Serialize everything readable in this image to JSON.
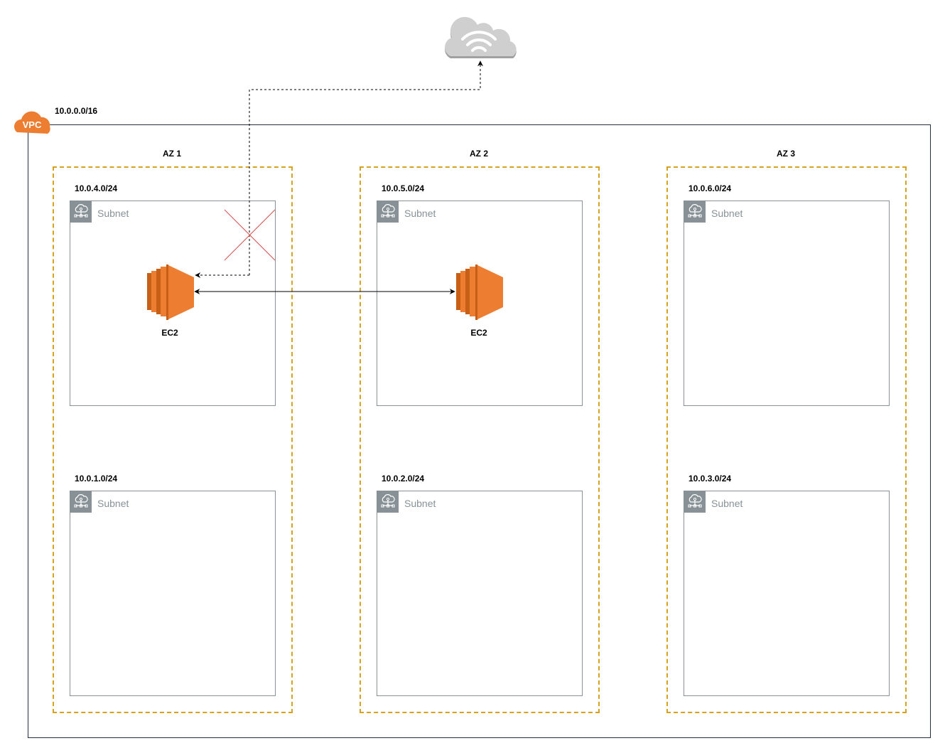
{
  "vpc": {
    "badge_label": "VPC",
    "cidr": "10.0.0.0/16",
    "colors": {
      "badge": "#ed7d31",
      "frame": "#232f3e"
    }
  },
  "availability_zones": [
    {
      "label": "AZ 1",
      "subnets": [
        {
          "cidr": "10.0.4.0/24",
          "label": "Subnet",
          "instance": "EC2"
        },
        {
          "cidr": "10.0.1.0/24",
          "label": "Subnet"
        }
      ]
    },
    {
      "label": "AZ 2",
      "subnets": [
        {
          "cidr": "10.0.5.0/24",
          "label": "Subnet",
          "instance": "EC2"
        },
        {
          "cidr": "10.0.2.0/24",
          "label": "Subnet"
        }
      ]
    },
    {
      "label": "AZ 3",
      "subnets": [
        {
          "cidr": "10.0.6.0/24",
          "label": "Subnet"
        },
        {
          "cidr": "10.0.3.0/24",
          "label": "Subnet"
        }
      ]
    }
  ],
  "internet": {
    "icon": "internet-cloud-icon"
  },
  "connections": [
    {
      "from": "EC2 (AZ 1)",
      "to": "Internet",
      "style": "dashed",
      "blocked": true
    },
    {
      "from": "EC2 (AZ 1)",
      "to": "EC2 (AZ 2)",
      "style": "solid",
      "bidirectional": true
    }
  ],
  "colors": {
    "az_border": "#d6a321",
    "subnet_border": "#879196",
    "ec2": "#ed7d31",
    "blocked_mark": "#d9534f"
  }
}
